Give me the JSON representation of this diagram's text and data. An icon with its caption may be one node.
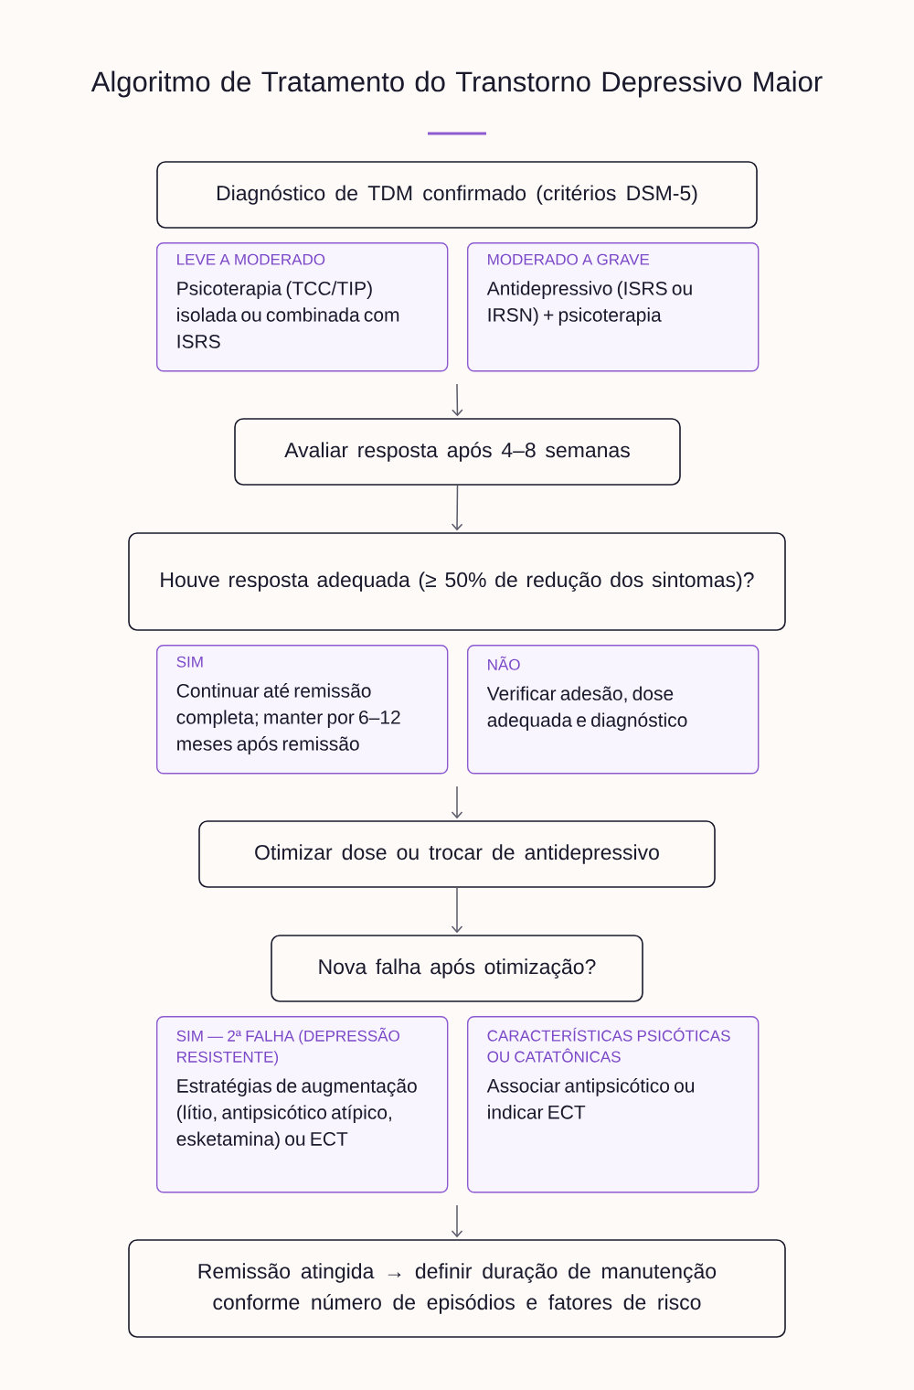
{
  "diagram": {
    "title": "Algoritmo de Tratamento do Transtorno Depressivo Maior",
    "nodes": [
      {
        "text": [
          "Diagnóstico de TDM confirmado (critérios DSM-5)"
        ]
      },
      {
        "text": [
          "LEVE A MODERADO",
          "Psicoterapia (TCC/TIP) isolada ou combinada com ISRS"
        ]
      },
      {
        "text": [
          "MODERADO A GRAVE",
          "Antidepressivo (ISRS ou IRSN) + psicoterapia"
        ]
      },
      {
        "text": [
          "Avaliar resposta após 4–8 semanas"
        ]
      },
      {
        "text": [
          "Houve resposta adequada (≥ 50% de redução dos sintomas)?"
        ]
      },
      {
        "text": [
          "SIM",
          "Continuar até remissão completa; manter por 6–12 meses após remissão"
        ]
      },
      {
        "text": [
          "NÃO",
          "Verificar adesão, dose adequada e diagnóstico"
        ]
      },
      {
        "text": [
          "Otimizar dose ou trocar de antidepressivo"
        ]
      },
      {
        "text": [
          "Nova falha após otimização?"
        ]
      },
      {
        "text": [
          "SIM — 2ª FALHA (DEPRESSÃO RESISTENTE)",
          "Estratégias de augmentação (lítio, antipsicótico atípico, esketamina) ou ECT"
        ]
      },
      {
        "text": [
          "CARACTERÍSTICAS PSICÓTICAS OU CATATÔNICAS",
          "Associar antipsicótico ou indicar ECT"
        ]
      },
      {
        "text": [
          "Remissão atingida → definir duração de manutenção conforme número de episódios e fatores de risco"
        ]
      }
    ],
    "edges": [
      {
        "from": null,
        "to": 3,
        "arrow": "to"
      },
      {
        "from": 3,
        "to": 4,
        "arrow": "to"
      },
      {
        "from": null,
        "to": 7,
        "arrow": "to"
      },
      {
        "from": 7,
        "to": 8,
        "arrow": "to"
      },
      {
        "from": null,
        "to": 11,
        "arrow": "to"
      }
    ]
  }
}
